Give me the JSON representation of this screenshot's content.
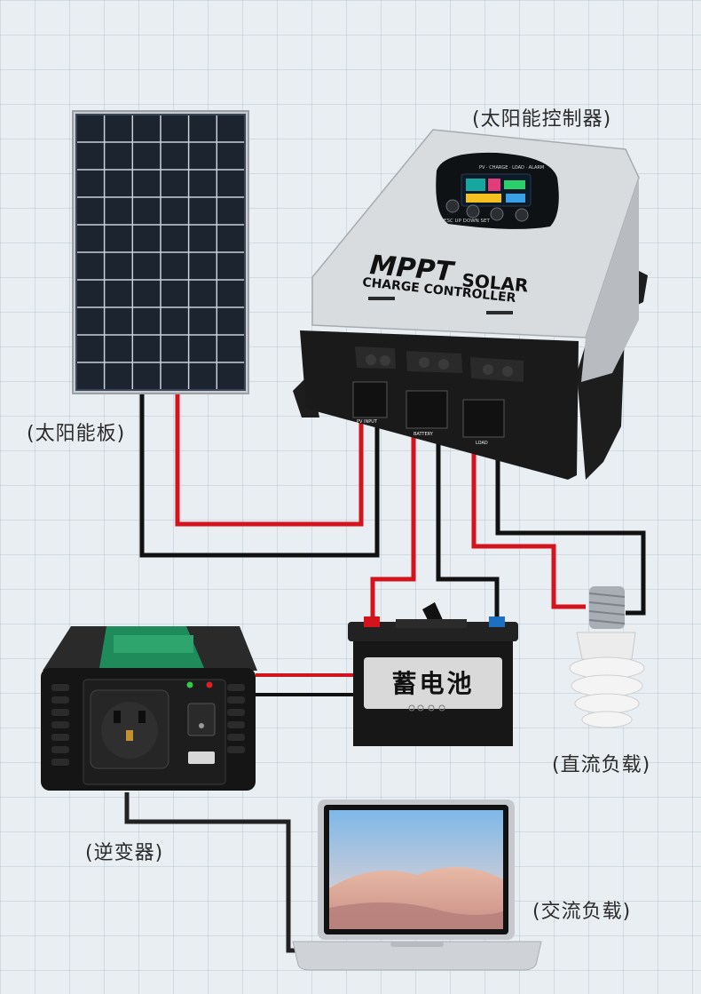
{
  "labels": {
    "controller": "(太阳能控制器)",
    "solar_panel": "(太阳能板)",
    "dc_load": "(直流负载)",
    "inverter": "(逆变器)",
    "ac_load": "(交流负载)"
  },
  "controller": {
    "brand_line1": "MPPT",
    "brand_line2": "SOLAR",
    "brand_line3": "CHARGE CONTROLLER",
    "buttons": [
      "ESC",
      "UP",
      "DOWN",
      "SET"
    ],
    "indicators": [
      "PV",
      "CHARGE",
      "LOAD",
      "ALARM"
    ],
    "terminal_labels": [
      "PV INPUT",
      "BATTERY",
      "LOAD"
    ]
  },
  "battery": {
    "label": "蓄电池"
  },
  "colors": {
    "positive_wire": "#d3141c",
    "negative_wire": "#111111",
    "panel_cell": "#1c2430",
    "controller_body": "#d9dcdf",
    "controller_base": "#1a1a1a",
    "battery_terminal_pos": "#d3141c",
    "battery_terminal_neg": "#1d6fc2"
  }
}
